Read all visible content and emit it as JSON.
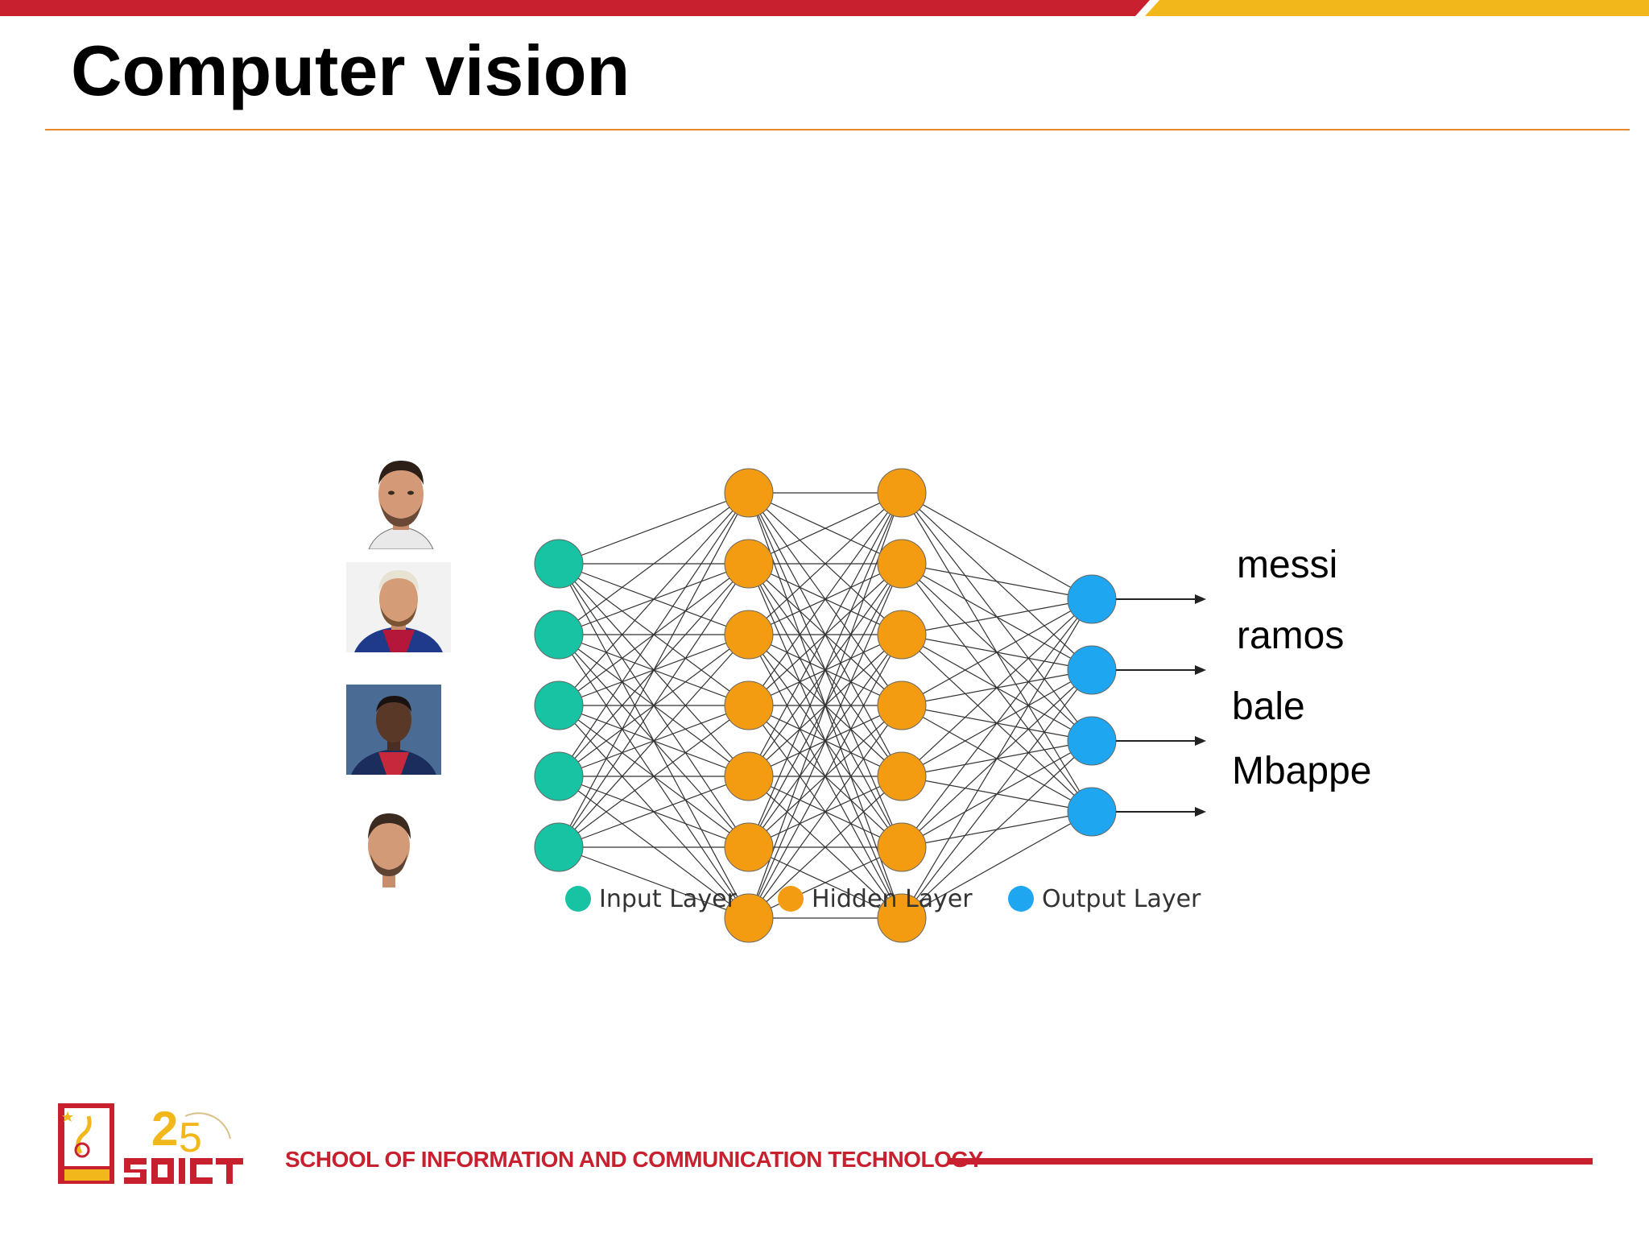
{
  "slide": {
    "title": "Computer vision"
  },
  "colors": {
    "brand_red": "#c8202f",
    "brand_yellow": "#f2b71b",
    "rule_orange": "#e8882a",
    "input_node": "#17c3a3",
    "hidden_node": "#f39c12",
    "output_node": "#1ea7f0",
    "edge": "#333333"
  },
  "network": {
    "layers": [
      {
        "role": "input",
        "nodes": 5
      },
      {
        "role": "hidden",
        "nodes": 7
      },
      {
        "role": "hidden",
        "nodes": 7
      },
      {
        "role": "output",
        "nodes": 4
      }
    ]
  },
  "inputs": {
    "photos": [
      "bale-photo",
      "messi-photo",
      "mbappe-photo",
      "ramos-photo"
    ]
  },
  "outputs": {
    "labels": [
      "messi",
      "ramos",
      "bale",
      "Mbappe"
    ]
  },
  "legend": {
    "input": "Input Layer",
    "hidden": "Hidden Layer",
    "output": "Output Layer"
  },
  "footer": {
    "logo_icon": "soict-25-years-logo",
    "school": "SCHOOL OF INFORMATION AND COMMUNICATION TECHNOLOGY"
  }
}
